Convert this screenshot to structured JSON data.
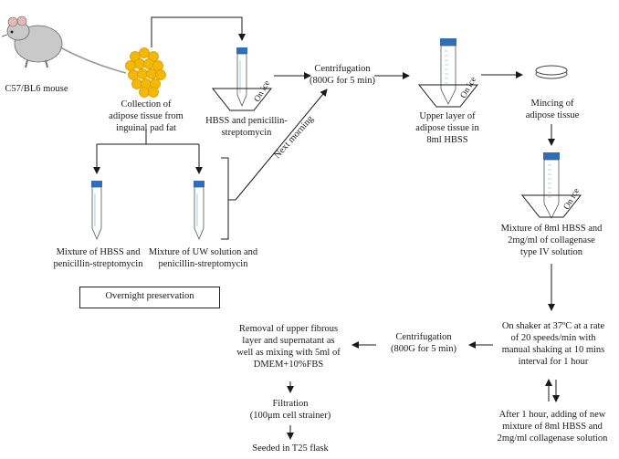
{
  "labels": {
    "mouse": "C57/BL6 mouse",
    "collection": [
      "Collection of",
      "adipose tissue from",
      "inguinal pad fat"
    ],
    "hbss_tube": [
      "HBSS and penicillin-",
      "streptomycin"
    ],
    "centrifugation1": [
      "Centrifugation",
      "(800G for 5 min)"
    ],
    "upper_layer": [
      "Upper layer of",
      "adipose tissue in",
      "8ml HBSS"
    ],
    "mincing": [
      "Mincing of",
      "adipose tissue"
    ],
    "next_morning": "Next morning",
    "mixture_hbss": [
      "Mixture of HBSS and",
      "penicillin-streptomycin"
    ],
    "mixture_uw": [
      "Mixture of UW solution and",
      "penicillin-streptomycin"
    ],
    "overnight": "Overnight preservation",
    "collagenase_mix": [
      "Mixture of 8ml HBSS and",
      "2mg/ml of collagenase",
      "type IV solution"
    ],
    "shaker": [
      "On shaker at 37ºC at a rate",
      "of 20 speeds/min with",
      "manual shaking at 10 mins",
      "interval for 1 hour"
    ],
    "centrifugation2": [
      "Centrifugation",
      "(800G for 5 min)"
    ],
    "removal": [
      "Removal of upper fibrous",
      "layer and supernatant as",
      "well as mixing with 5ml of",
      "DMEM+10%FBS"
    ],
    "filtration": [
      "Filtration",
      "(100μm cell strainer)"
    ],
    "seeded": "Seeded in T25 flask",
    "after_hour": [
      "After 1 hour, adding of new",
      "mixture of 8ml HBSS and",
      "2mg/ml collagenase solution"
    ],
    "on_ice": "On ice"
  },
  "colors": {
    "fat_cell": "#f5b800",
    "fat_cell_edge": "#d99a00",
    "tube_cap": "#2f6fb7",
    "line": "#1a1a1a",
    "mouse_body": "#c9c9c9"
  }
}
